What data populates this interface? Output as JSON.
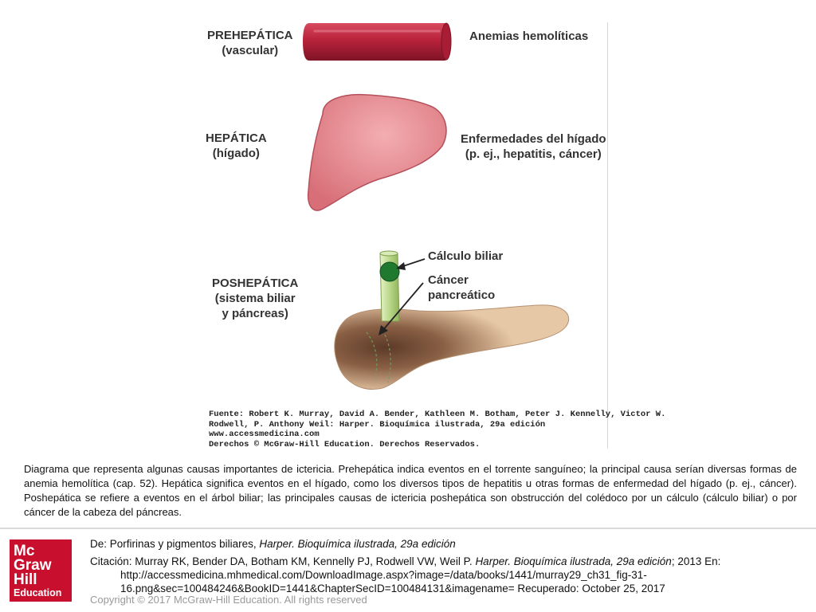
{
  "labels": {
    "pre": [
      "PREHEPÁTICA",
      "(vascular)"
    ],
    "pre_desc": [
      "Anemias hemolíticas"
    ],
    "hep": [
      "HEPÁTICA",
      "(hígado)"
    ],
    "hep_desc": [
      "Enfermedades del hígado",
      "(p. ej., hepatitis, cáncer)"
    ],
    "post": [
      "POSHEPÁTICA",
      "(sistema biliar",
      "y páncreas)"
    ],
    "stone": "Cálculo biliar",
    "cancer": [
      "Cáncer",
      "pancreático"
    ]
  },
  "credit": [
    "Fuente: Robert K. Murray, David A. Bender, Kathleen M. Botham, Peter J. Kennelly, Victor W.",
    "Rodwell, P. Anthony Weil: Harper. Bioquímica ilustrada, 29a edición",
    "www.accessmedicina.com",
    "Derechos © McGraw-Hill Education. Derechos Reservados."
  ],
  "caption": "Diagrama que representa algunas causas importantes de ictericia. Prehepática indica eventos en el torrente sanguíneo; la principal causa serían diversas formas de anemia hemolítica (cap. 52). Hepática significa eventos en el hígado, como los diversos tipos de hepatitis u otras formas de enfermedad del hígado (p. ej., cáncer). Poshepática se refiere a eventos en el árbol biliar; las principales causas de ictericia poshepática son obstrucción del colédoco por un cálculo (cálculo biliar) o por cáncer de la cabeza del páncreas.",
  "footer": {
    "logo": [
      "Mc",
      "Graw",
      "Hill",
      "Education"
    ],
    "source_prefix": "De: Porfirinas y pigmentos biliares, ",
    "source_book": "Harper. Bioquímica ilustrada, 29a edición",
    "citation_prefix": "Citación: Murray RK, Bender DA, Botham KM, Kennelly PJ, Rodwell VW, Weil P. ",
    "citation_book": "Harper. Bioquímica ilustrada, 29a edición",
    "citation_suffix": "; 2013 En:",
    "citation_url1": "http://accessmedicina.mhmedical.com/DownloadImage.aspx?image=/data/books/1441/murray29_ch31_fig-31-",
    "citation_url2": "16.png&sec=100484246&BookID=1441&ChapterSecID=100484131&imagename= Recuperado: October 25, 2017",
    "copyright": "Copyright © 2017 McGraw-Hill Education. All rights reserved"
  },
  "colors": {
    "vessel": "#b8223a",
    "liver": "#e8888e",
    "duct": "#b9d88a",
    "stone": "#1f7a30",
    "pancreas": "#e7c8a6",
    "tumor": "#6b4530",
    "logo": "#c8102e"
  }
}
